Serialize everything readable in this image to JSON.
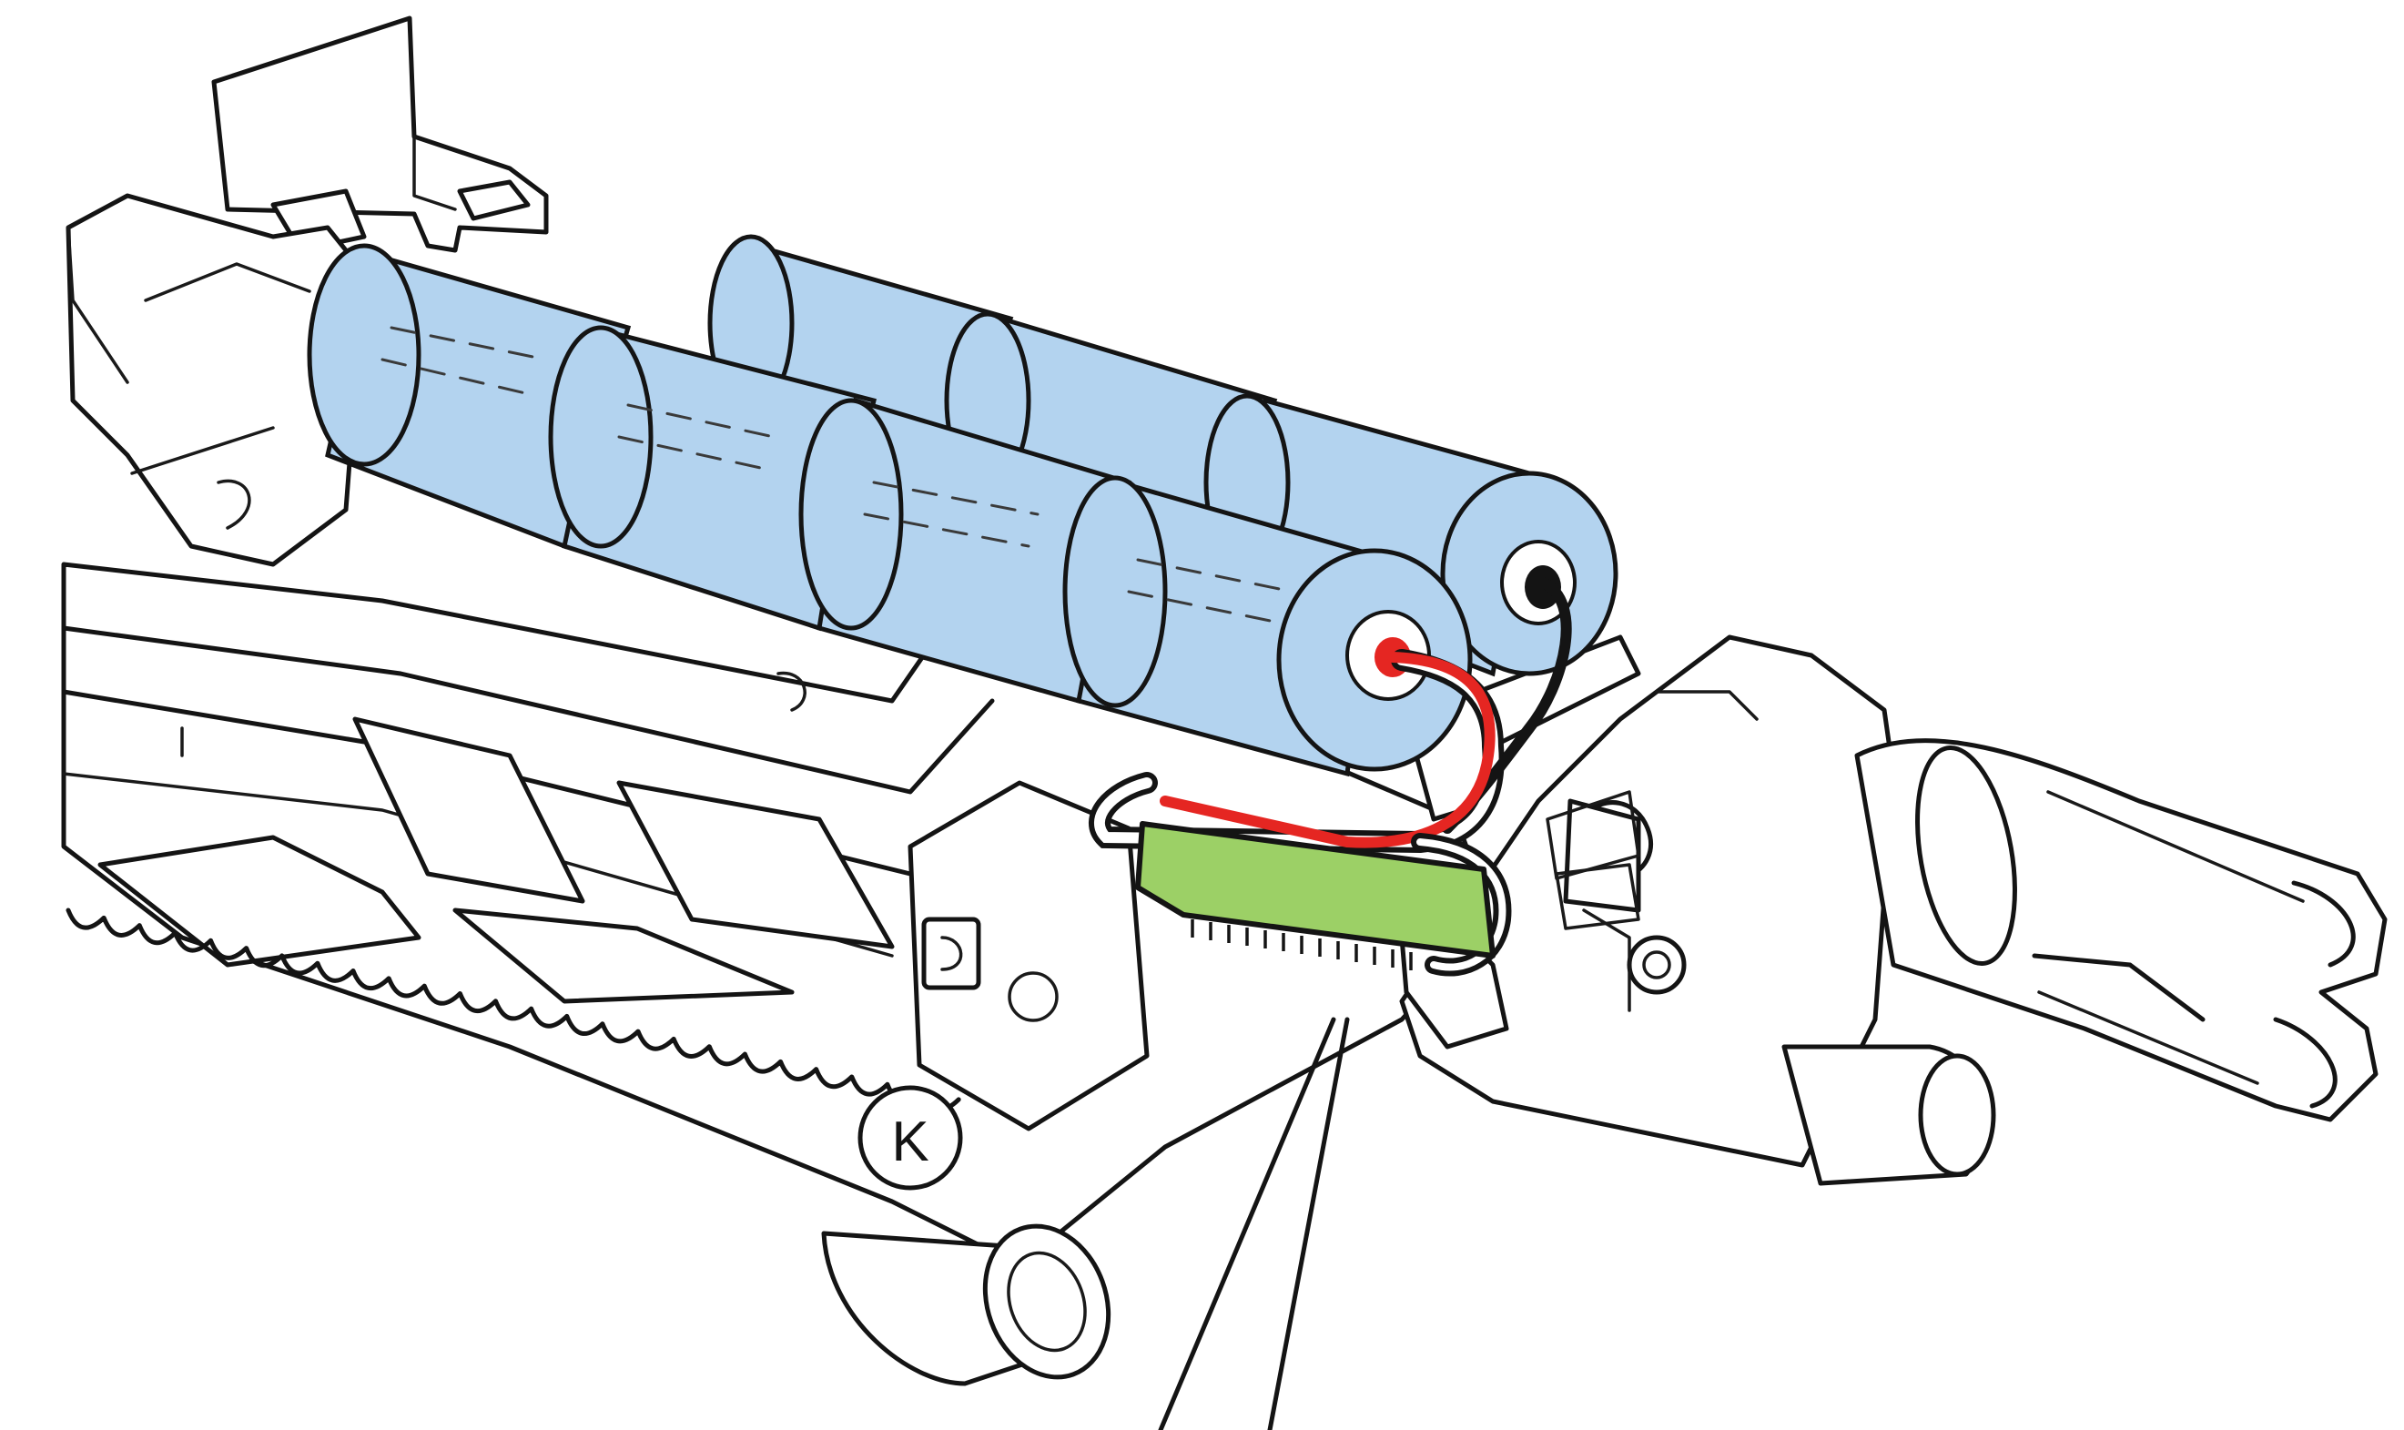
{
  "diagram": {
    "palette": {
      "battery_cell": "#b3d3ef",
      "battery_cell_outline": "#141414",
      "circuit_board": "#9cd066",
      "wire_positive": "#e52622",
      "wire_negative": "#141414",
      "line_art": "#141414",
      "background": "#ffffff"
    },
    "battery_pack": {
      "front_row_cells": 4,
      "back_row_cells": 3
    },
    "markings": {
      "stock_marking": "K"
    }
  }
}
